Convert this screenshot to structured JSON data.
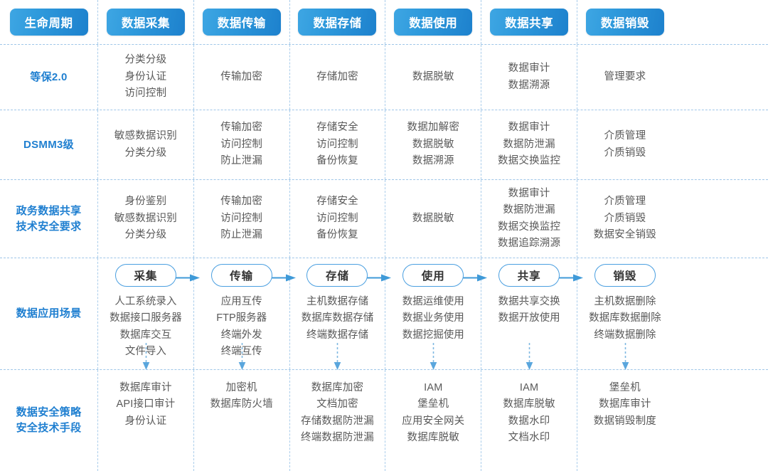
{
  "colors": {
    "header_gradient_from": "#3ea6e3",
    "header_gradient_to": "#1d81cd",
    "row_label": "#1f7fd0",
    "body_text": "#595959",
    "divider": "#aacdeb",
    "pill_border": "#4a9fe0",
    "arrow": "#3f9ad8"
  },
  "header": {
    "columns": [
      {
        "label": "生命周期"
      },
      {
        "label": "数据采集"
      },
      {
        "label": "数据传输"
      },
      {
        "label": "数据存储"
      },
      {
        "label": "数据使用"
      },
      {
        "label": "数据共享"
      },
      {
        "label": "数据销毁"
      }
    ]
  },
  "rows": [
    {
      "label": "等保2.0",
      "cells": [
        [
          "分类分级",
          "身份认证",
          "访问控制"
        ],
        [
          "传输加密"
        ],
        [
          "存储加密"
        ],
        [
          "数据脱敏"
        ],
        [
          "数据审计",
          "数据溯源"
        ],
        [
          "管理要求"
        ]
      ]
    },
    {
      "label": "DSMM3级",
      "cells": [
        [
          "敏感数据识别",
          "分类分级"
        ],
        [
          "传输加密",
          "访问控制",
          "防止泄漏"
        ],
        [
          "存储安全",
          "访问控制",
          "备份恢复"
        ],
        [
          "数据加解密",
          "数据脱敏",
          "数据溯源"
        ],
        [
          "数据审计",
          "数据防泄漏",
          "数据交换监控"
        ],
        [
          "介质管理",
          "介质销毁"
        ]
      ]
    },
    {
      "label": "政务数据共享\n技术安全要求",
      "label_lines": [
        "政务数据共享",
        "技术安全要求"
      ],
      "cells": [
        [
          "身份鉴别",
          "敏感数据识别",
          "分类分级"
        ],
        [
          "传输加密",
          "访问控制",
          "防止泄漏"
        ],
        [
          "存储安全",
          "访问控制",
          "备份恢复"
        ],
        [
          "数据脱敏"
        ],
        [
          "数据审计",
          "数据防泄漏",
          "数据交换监控",
          "数据追踪溯源"
        ],
        [
          "介质管理",
          "介质销毁",
          "数据安全销毁"
        ]
      ]
    },
    {
      "label": "数据应用场景",
      "label_lines": [
        "数据应用场景"
      ],
      "flow": true,
      "nodes": [
        "采集",
        "传输",
        "存储",
        "使用",
        "共享",
        "销毁"
      ],
      "cells": [
        [
          "人工系统录入",
          "数据接口服务器",
          "数据库交互",
          "文件导入"
        ],
        [
          "应用互传",
          "FTP服务器",
          "终端外发",
          "终端互传"
        ],
        [
          "主机数据存储",
          "数据库数据存储",
          "终端数据存储"
        ],
        [
          "数据运维使用",
          "数据业务使用",
          "数据挖掘使用"
        ],
        [
          "数据共享交换",
          "数据开放使用"
        ],
        [
          "主机数据删除",
          "数据库数据删除",
          "终端数据删除"
        ]
      ]
    },
    {
      "label": "数据安全策略\n安全技术手段",
      "label_lines": [
        "数据安全策略",
        "安全技术手段"
      ],
      "down_arrows": true,
      "cells": [
        [
          "数据库审计",
          "API接口审计",
          "身份认证"
        ],
        [
          "加密机",
          "数据库防火墙"
        ],
        [
          "数据库加密",
          "文档加密",
          "存储数据防泄漏",
          "终端数据防泄漏"
        ],
        [
          "IAM",
          "堡垒机",
          "应用安全网关",
          "数据库脱敏"
        ],
        [
          "IAM",
          "数据库脱敏",
          "数据水印",
          "文档水印"
        ],
        [
          "堡垒机",
          "数据库审计",
          "数据销毁制度"
        ]
      ]
    }
  ]
}
